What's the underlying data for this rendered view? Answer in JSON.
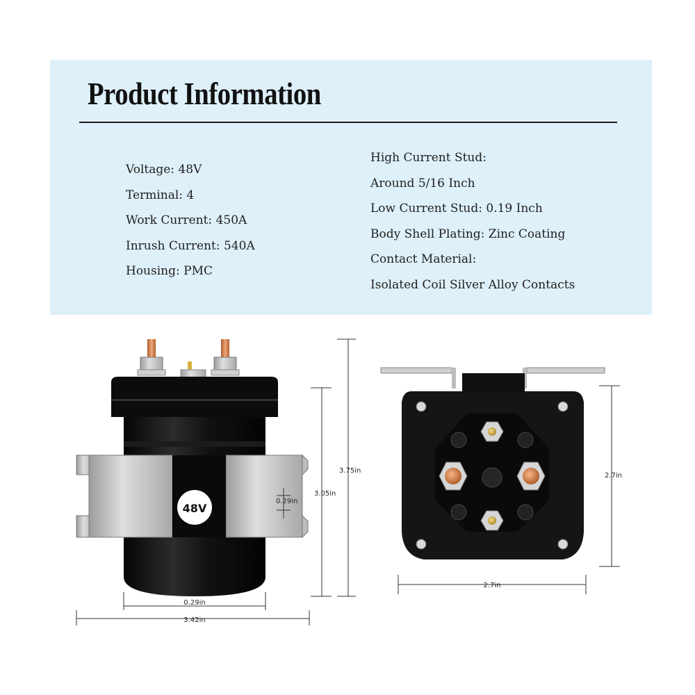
{
  "product_info": {
    "title": "Product Information",
    "left_specs": [
      "Voltage: 48V",
      "Terminal: 4",
      "Work Current: 450A",
      "Inrush Current: 540A",
      "Housing: PMC"
    ],
    "right_specs": [
      "High Current Stud:",
      "Around 5/16 Inch",
      "Low Current Stud: 0.19 Inch",
      "Body Shell Plating: Zinc Coating",
      "Contact Material:",
      "Isolated Coil Silver Alloy Contacts"
    ]
  },
  "side_view": {
    "label": "48V",
    "dimensions": {
      "width_total": "3.42in",
      "width_body": "0.29in",
      "bracket_gap": "0.29in",
      "height_body": "3.05in",
      "height_total": "3.75in"
    }
  },
  "rear_view": {
    "dimensions": {
      "width": "2.7in",
      "height": "2.7in"
    }
  },
  "colors": {
    "panel_background": "#def0f9",
    "housing": "#141414",
    "bracket": "#c7c7c7",
    "copper": "#d98a55"
  }
}
